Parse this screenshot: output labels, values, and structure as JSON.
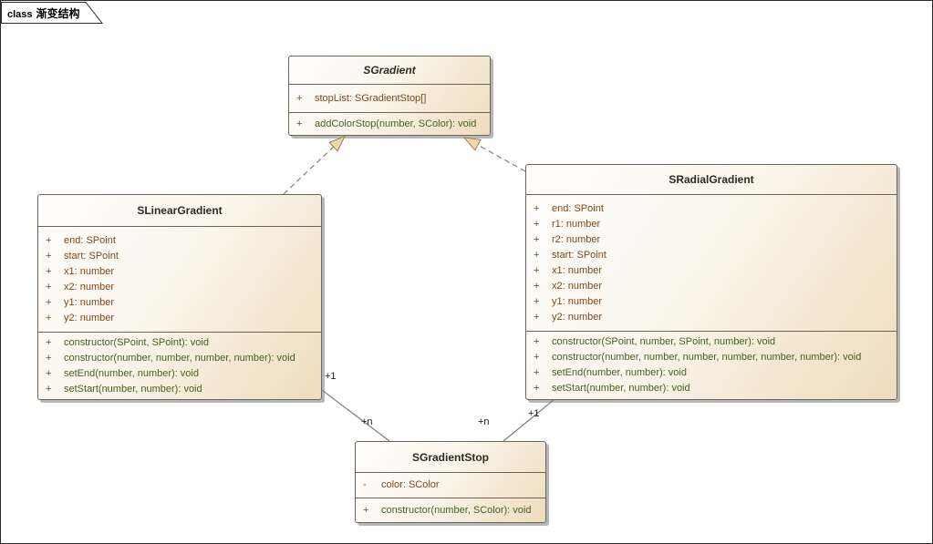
{
  "diagram": {
    "frame_label": {
      "keyword": "class",
      "name": "渐变结构"
    }
  },
  "classes": [
    {
      "name": "SGradient",
      "abstract": true,
      "attributes": [
        {
          "visibility": "+",
          "text": "stopList: SGradientStop[]"
        }
      ],
      "operations": [
        {
          "visibility": "+",
          "text": "addColorStop(number, SColor): void"
        }
      ]
    },
    {
      "name": "SLinearGradient",
      "abstract": false,
      "attributes": [
        {
          "visibility": "+",
          "text": "end: SPoint"
        },
        {
          "visibility": "+",
          "text": "start: SPoint"
        },
        {
          "visibility": "+",
          "text": "x1: number"
        },
        {
          "visibility": "+",
          "text": "x2: number"
        },
        {
          "visibility": "+",
          "text": "y1: number"
        },
        {
          "visibility": "+",
          "text": "y2: number"
        }
      ],
      "operations": [
        {
          "visibility": "+",
          "text": "constructor(SPoint, SPoint): void"
        },
        {
          "visibility": "+",
          "text": "constructor(number, number, number, number): void"
        },
        {
          "visibility": "+",
          "text": "setEnd(number, number): void"
        },
        {
          "visibility": "+",
          "text": "setStart(number, number): void"
        }
      ]
    },
    {
      "name": "SRadialGradient",
      "abstract": false,
      "attributes": [
        {
          "visibility": "+",
          "text": "end: SPoint"
        },
        {
          "visibility": "+",
          "text": "r1: number"
        },
        {
          "visibility": "+",
          "text": "r2: number"
        },
        {
          "visibility": "+",
          "text": "start: SPoint"
        },
        {
          "visibility": "+",
          "text": "x1: number"
        },
        {
          "visibility": "+",
          "text": "x2: number"
        },
        {
          "visibility": "+",
          "text": "y1: number"
        },
        {
          "visibility": "+",
          "text": "y2: number"
        }
      ],
      "operations": [
        {
          "visibility": "+",
          "text": "constructor(SPoint, number, SPoint, number): void"
        },
        {
          "visibility": "+",
          "text": "constructor(number, number, number, number, number, number): void"
        },
        {
          "visibility": "+",
          "text": "setEnd(number, number): void"
        },
        {
          "visibility": "+",
          "text": "setStart(number, number): void"
        }
      ]
    },
    {
      "name": "SGradientStop",
      "abstract": false,
      "attributes": [
        {
          "visibility": "-",
          "text": "color: SColor"
        }
      ],
      "operations": [
        {
          "visibility": "+",
          "text": "constructor(number, SColor): void"
        }
      ]
    }
  ],
  "connectors": {
    "linear_to_stop": {
      "source_label": "+1",
      "target_label": "+n"
    },
    "radial_to_stop": {
      "source_label": "+1",
      "target_label": "+n"
    }
  },
  "colors": {
    "box_fill_light": "#fffefd",
    "box_fill_dark": "#eedcbd",
    "box_border": "#69655b",
    "attribute_text": "#7b4a17",
    "operation_text": "#44611c",
    "header_text": "#2e2a21",
    "connector_line": "#808080",
    "arrowhead_fill": "#f0d9a8",
    "shadow": "#b7b7b7"
  }
}
